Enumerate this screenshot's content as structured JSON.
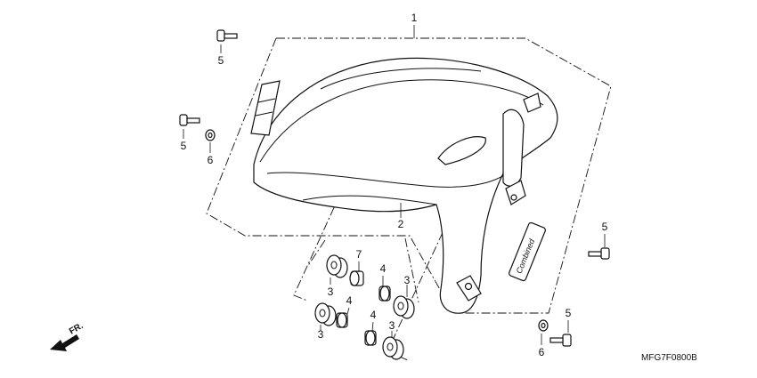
{
  "diagram": {
    "part_code": "MFG7F0800B",
    "front_indicator": "FR.",
    "emblem_text": "Combined",
    "callouts": [
      "1",
      "2",
      "3",
      "3",
      "3",
      "3",
      "4",
      "4",
      "4",
      "5",
      "5",
      "5",
      "5",
      "6",
      "6",
      "7"
    ]
  }
}
